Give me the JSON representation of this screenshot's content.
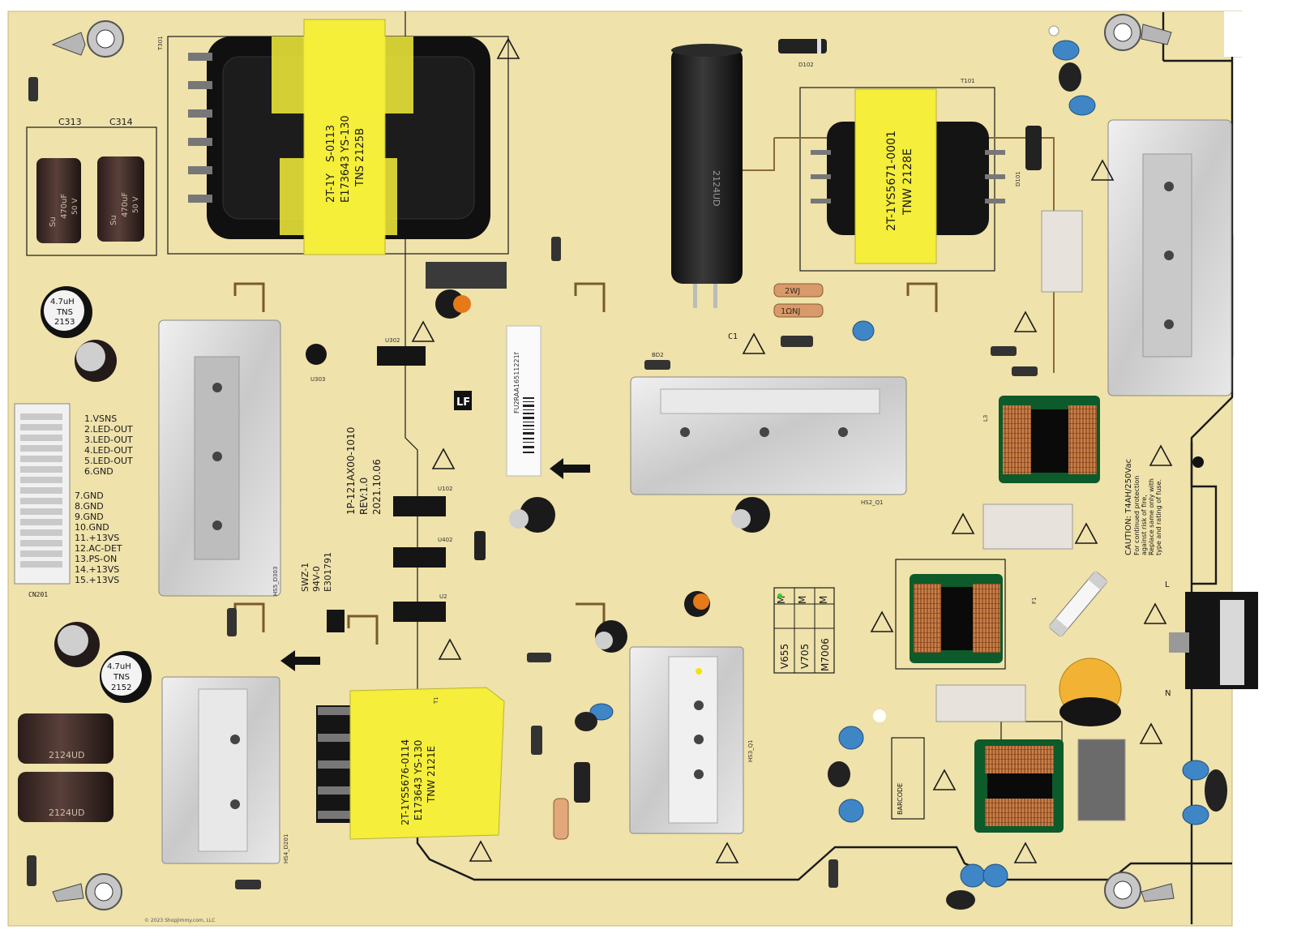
{
  "pcb": {
    "model": "1P-121AX00-1010",
    "revision": "REV:1.0",
    "date": "2021.10.06",
    "lf_mark": "LF",
    "ul_mark": "94V-0",
    "ul_file": "E301791",
    "board_code": "SWZ-1",
    "copyright": "© 2023 ShopJimmy.com, LLC",
    "barcode_label": "BARCODE"
  },
  "connector_pins": [
    "1.VSNS",
    "2.LED-OUT",
    "3.LED-OUT",
    "4.LED-OUT",
    "5.LED-OUT",
    "6.GND",
    "7.GND",
    "8.GND",
    "9.GND",
    "10.GND",
    "11.+13VS",
    "12.AC-DET",
    "13.PS-ON",
    "14.+13VS",
    "15.+13VS"
  ],
  "transformers": {
    "t301": {
      "line1": "2T-1Y",
      "line2": "S-0113",
      "line3": "E173643 YS-130",
      "line4": "TNS 2125B"
    },
    "t101": {
      "line1": "2T-1YS5671-0001",
      "line2": "TNW 2128E"
    },
    "t1": {
      "line1": "2T-1YS5676-0114",
      "line2": "E173643 YS-130",
      "line3": "TNW 2121E"
    }
  },
  "capacitors": {
    "c313_label": "C313",
    "c314_label": "C314",
    "c313_print": [
      "Su",
      "470uF",
      "50 V"
    ],
    "c314_print": [
      "Su",
      "470uF",
      "50 V"
    ],
    "c203_print": "2124UD",
    "c204_print": "2124UD",
    "c1_label": "C1",
    "c1_print": "2124UD"
  },
  "inductors": {
    "l301": {
      "value": "4.7uH",
      "brand": "TNS",
      "code": "2153"
    },
    "l201": {
      "value": "4.7uH",
      "brand": "TNS",
      "code": "2152"
    }
  },
  "model_table": {
    "m1": "M",
    "m2": "M",
    "m3": "M",
    "v655": "V655",
    "v705": "V705",
    "m7006": "M7006"
  },
  "caution": {
    "line1": "CAUTION: T4AH/250Vac",
    "line2": "For continued protection",
    "line3": "against risk of fire,",
    "line4": "Replace same only with",
    "line5": "type and rating of fuse."
  },
  "refs": {
    "u302": "U302",
    "u303": "U303",
    "u102": "U102",
    "u402": "U402",
    "u2": "U2",
    "cn201": "CN201",
    "hs2": "HS2_Q1",
    "hs5": "HS5_D303",
    "hs4": "HS4_D201",
    "hs3": "HS3_Q1",
    "t101": "T101",
    "t301": "T301",
    "t1": "T1",
    "d102": "D102",
    "d101": "D101",
    "bd2": "BD2",
    "l3": "L3",
    "f1": "F1",
    "n_label": "N",
    "l_label": "L"
  },
  "resistors": {
    "r116": "2WJ",
    "r115": "1ΩNJ"
  },
  "sticker_code": "FU2RAA16511221f",
  "colors": {
    "pcb": "#efe2aa",
    "silkscreen": "#1a1a1a",
    "transformer_tape": "#f5ee3a",
    "heatsink": "#d6d6d6",
    "ceramic_cap": "#3f86c6",
    "copper_coil": "#c8733a",
    "varistor": "#f2b233"
  }
}
